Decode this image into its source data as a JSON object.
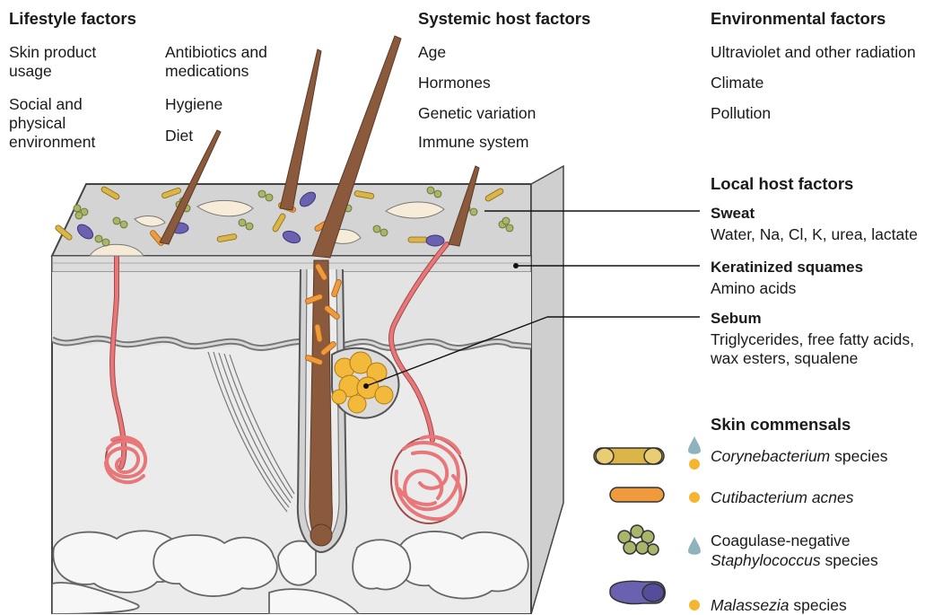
{
  "lifestyle": {
    "heading": "Lifestyle factors",
    "items": [
      "Skin product usage",
      "Social and physical environment",
      "Antibiotics and medications",
      "Hygiene",
      "Diet"
    ]
  },
  "systemic": {
    "heading": "Systemic host factors",
    "items": [
      "Age",
      "Hormones",
      "Genetic variation",
      "Immune system"
    ]
  },
  "environmental": {
    "heading": "Environmental factors",
    "items": [
      "Ultraviolet and other radiation",
      "Climate",
      "Pollution"
    ]
  },
  "local": {
    "heading": "Local host factors",
    "sweat": {
      "label": "Sweat",
      "detail": "Water, Na, Cl, K, urea, lactate"
    },
    "squames": {
      "label": "Keratinized squames",
      "detail": "Amino acids"
    },
    "sebum": {
      "label": "Sebum",
      "detail": "Triglycerides, free fatty acids, wax esters, squalene"
    }
  },
  "commensals": {
    "heading": "Skin commensals",
    "coryne": {
      "genus": "Corynebacterium",
      "suffix": " species"
    },
    "cuti": {
      "name": "Cutibacterium acnes"
    },
    "staph": {
      "line1": "Coagulase-negative",
      "genus": "Staphylococcus",
      "suffix": " species"
    },
    "malassezia": {
      "genus": "Malassezia",
      "suffix": " species"
    }
  },
  "colors": {
    "skin_top": "#d6d6d6",
    "epidermis": "#e9e9e9",
    "dermis": "#efefef",
    "hair": "#8b5a3c",
    "sweat_gland": "#e8777a",
    "sebum": "#f2b93a",
    "coryne_rod": "#d9b54a",
    "cuti_rod": "#ef9a3c",
    "staph": "#a8b56a",
    "malassezia": "#6a62b0",
    "moist_drop": "#8fb3bd",
    "sebaceous_dot": "#f6b530"
  }
}
